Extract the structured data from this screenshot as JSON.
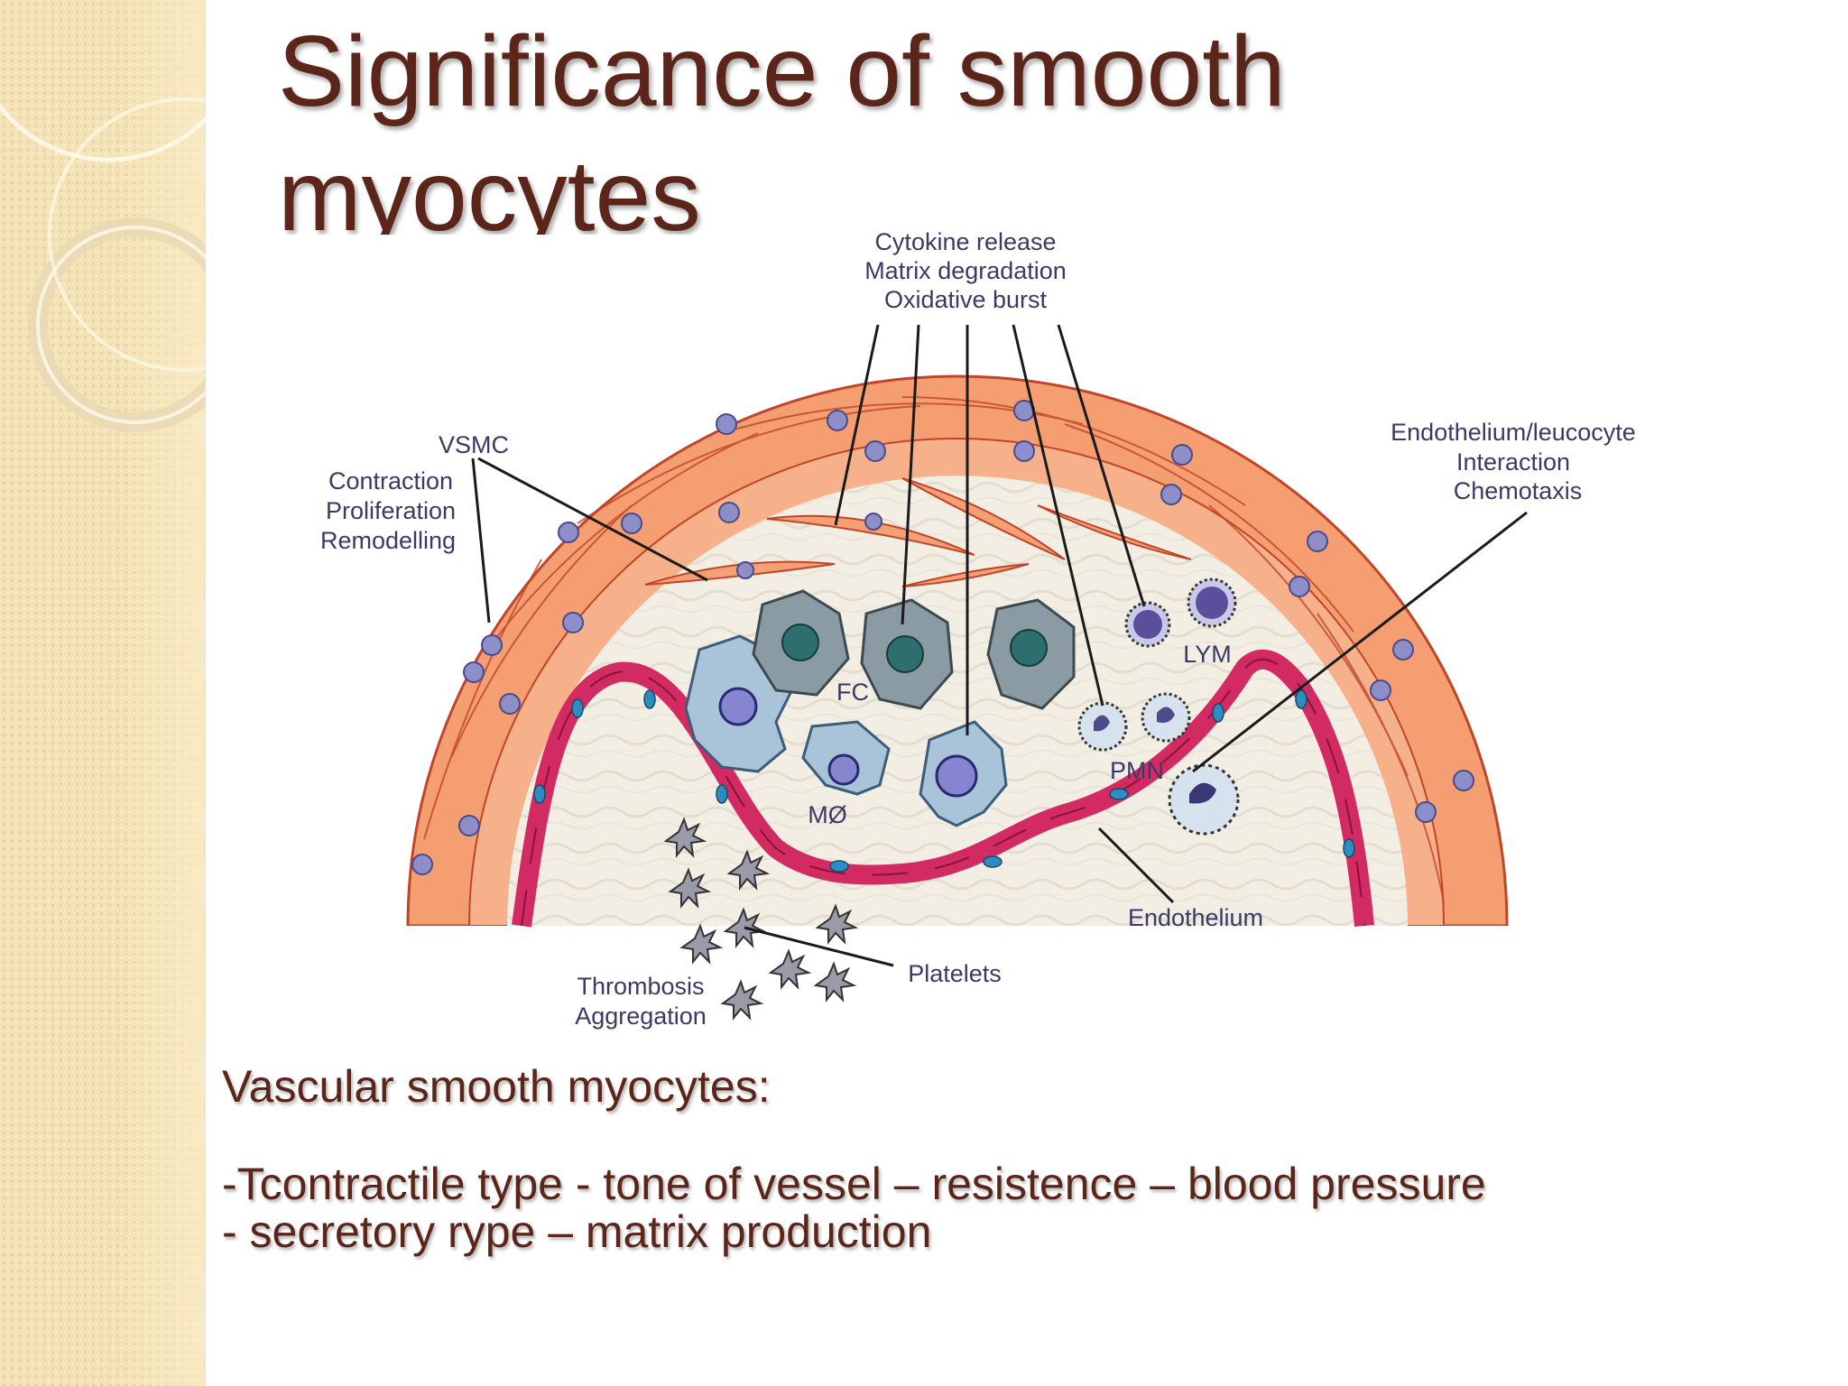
{
  "title": "Significance of smooth myocytes",
  "diagram": {
    "labels": {
      "cytokine_line1": "Cytokine release",
      "cytokine_line2": "Matrix degradation",
      "cytokine_line3": "Oxidative burst",
      "vsmc": "VSMC",
      "vsmc_line1": "Contraction",
      "vsmc_line2": "Proliferation",
      "vsmc_line3": "Remodelling",
      "endo_line1": "Endothelium/leucocyte",
      "endo_line2": "Interaction",
      "endo_line3": "Chemotaxis",
      "fc": "FC",
      "lym": "LYM",
      "pmn": "PMN",
      "mo": "MØ",
      "endothelium": "Endothelium",
      "platelets": "Platelets",
      "thrombosis": "Thrombosis",
      "aggregation": "Aggregation"
    },
    "colors": {
      "muscle_fill": "#f39a6e",
      "muscle_stroke": "#c0452a",
      "nucleus": "#8e8ec8",
      "endothelium": "#d22a62",
      "endothelium_nucleus": "#2f8cc0",
      "intima": "#f3eee4",
      "macrophage": "#a9c3d9",
      "foam_cell": "#8b9ba3",
      "leucocyte": "#5b4f9c"
    }
  },
  "body": {
    "heading": "Vascular smooth myocytes:",
    "line1": "-Tcontractile type - tone of vessel – resistence – blood pressure",
    "line2": "- secretory rype – matrix production"
  }
}
